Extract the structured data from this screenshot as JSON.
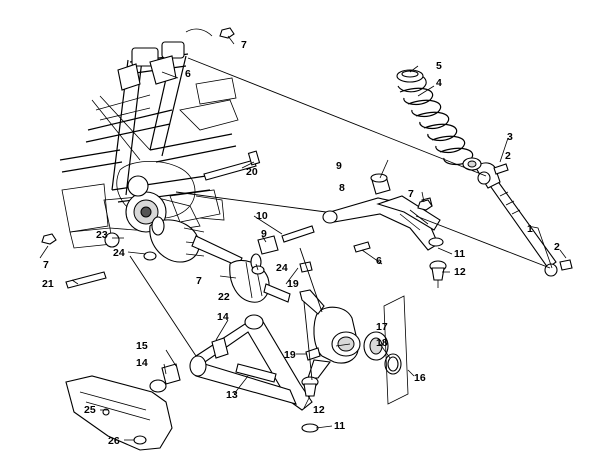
{
  "diagram": {
    "callouts": [
      {
        "id": "c1",
        "text": "1"
      },
      {
        "id": "c2a",
        "text": "2"
      },
      {
        "id": "c2b",
        "text": "2"
      },
      {
        "id": "c3",
        "text": "3"
      },
      {
        "id": "c4",
        "text": "4"
      },
      {
        "id": "c5",
        "text": "5"
      },
      {
        "id": "c6a",
        "text": "6"
      },
      {
        "id": "c6b",
        "text": "6"
      },
      {
        "id": "c7a",
        "text": "7"
      },
      {
        "id": "c7b",
        "text": "7"
      },
      {
        "id": "c7c",
        "text": "7"
      },
      {
        "id": "c7d",
        "text": "7"
      },
      {
        "id": "c8",
        "text": "8"
      },
      {
        "id": "c9a",
        "text": "9"
      },
      {
        "id": "c9b",
        "text": "9"
      },
      {
        "id": "c10",
        "text": "10"
      },
      {
        "id": "c11a",
        "text": "11"
      },
      {
        "id": "c11b",
        "text": "11"
      },
      {
        "id": "c12a",
        "text": "12"
      },
      {
        "id": "c12b",
        "text": "12"
      },
      {
        "id": "c13",
        "text": "13"
      },
      {
        "id": "c14a",
        "text": "14"
      },
      {
        "id": "c14b",
        "text": "14"
      },
      {
        "id": "c15",
        "text": "15"
      },
      {
        "id": "c16",
        "text": "16"
      },
      {
        "id": "c17",
        "text": "17"
      },
      {
        "id": "c18",
        "text": "18"
      },
      {
        "id": "c19a",
        "text": "19"
      },
      {
        "id": "c19b",
        "text": "19"
      },
      {
        "id": "c20",
        "text": "20"
      },
      {
        "id": "c21",
        "text": "21"
      },
      {
        "id": "c22",
        "text": "22"
      },
      {
        "id": "c23",
        "text": "23"
      },
      {
        "id": "c24a",
        "text": "24"
      },
      {
        "id": "c24b",
        "text": "24"
      },
      {
        "id": "c25",
        "text": "25"
      },
      {
        "id": "c26",
        "text": "26"
      }
    ]
  }
}
